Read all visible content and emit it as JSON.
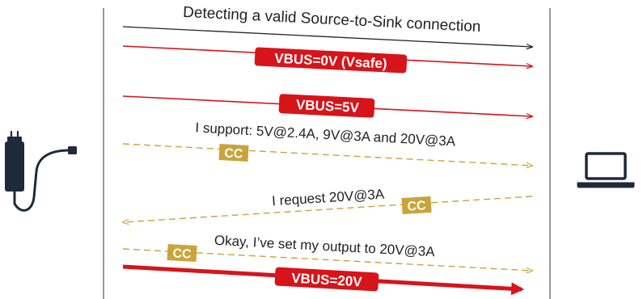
{
  "colors": {
    "red": "#d7141a",
    "gold": "#c8a43a",
    "black": "#222222",
    "lane": "#555555",
    "badge_text": "#ffffff"
  },
  "icons": {
    "left": "power-adapter-icon",
    "right": "laptop-icon"
  },
  "messages": {
    "detect": "Detecting a valid Source-to-Sink connection",
    "vbus0": "VBUS=0V (Vsafe)",
    "vbus5": "VBUS=5V",
    "support": "I support: 5V@2.4A, 9V@3A and 20V@3A",
    "request": "I request 20V@3A",
    "okay": "Okay, I’ve set my output to 20V@3A",
    "vbus20": "VBUS=20V"
  },
  "cc_badge": "CC"
}
